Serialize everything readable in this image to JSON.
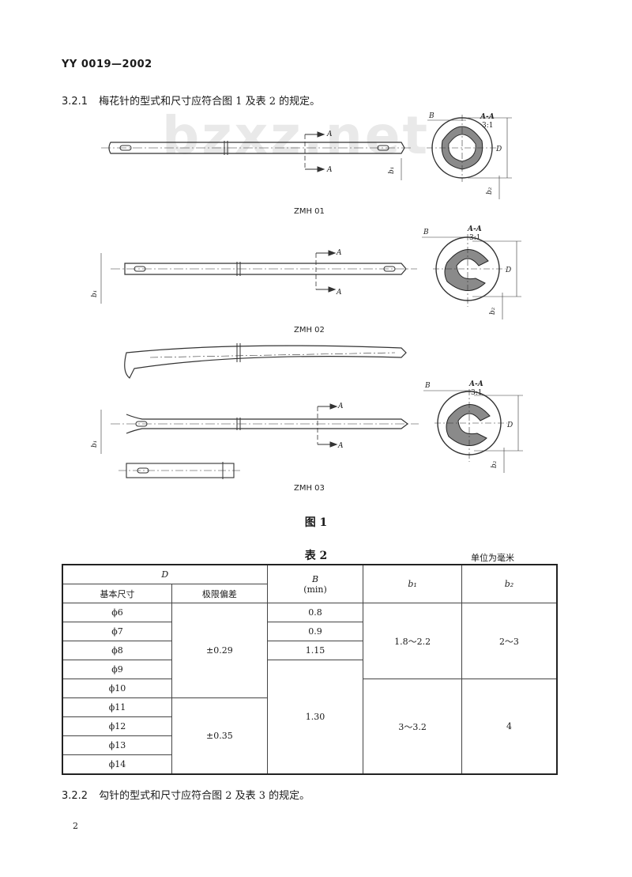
{
  "header": {
    "standard_no": "YY 0019—2002"
  },
  "clause_321": {
    "num": "3.2.1",
    "text": "梅花针的型式和尺寸应符合图 1 及表 2 的规定。"
  },
  "figure1": {
    "watermark": "bzxz.net",
    "section_label": "A",
    "section_title": "A-A",
    "section_scale": "3:1",
    "dim_B": "B",
    "dim_D": "D",
    "dim_b1": "b₁",
    "dim_b2": "b₂",
    "caption1": "ZMH 01",
    "caption2": "ZMH 02",
    "caption3": "ZMH 03",
    "label": "图 1"
  },
  "table2": {
    "title": "表 2",
    "unit": "单位为毫米",
    "head_D": "D",
    "head_basic": "基本尺寸",
    "head_tol": "极限偏差",
    "head_B": "B",
    "head_B_min": "(min)",
    "head_b1": "b₁",
    "head_b2": "b₂",
    "rows": [
      "ϕ6",
      "ϕ7",
      "ϕ8",
      "ϕ9",
      "ϕ10",
      "ϕ11",
      "ϕ12",
      "ϕ13",
      "ϕ14"
    ],
    "tol_1": "±0.29",
    "tol_2": "±0.35",
    "B_1": "0.8",
    "B_2": "0.9",
    "B_3": "1.15",
    "B_4": "1.30",
    "b1_1": "1.8～2.2",
    "b1_2": "3～3.2",
    "b2_1": "2～3",
    "b2_2": "4"
  },
  "clause_322": {
    "num": "3.2.2",
    "text": "勾针的型式和尺寸应符合图 2 及表 3 的规定。"
  },
  "page": {
    "number": "2"
  }
}
